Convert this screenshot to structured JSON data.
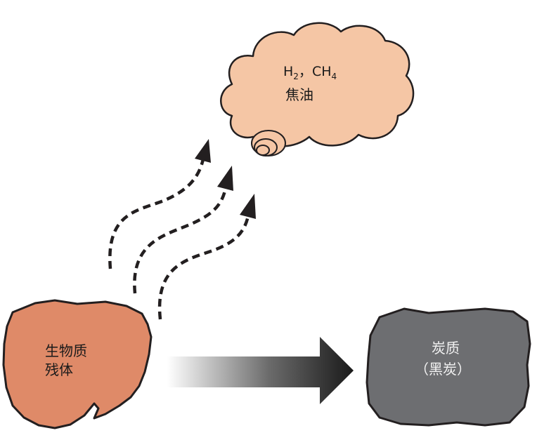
{
  "cloud": {
    "gas_h": "H",
    "gas_h_sub": "2",
    "gas_sep": "，",
    "gas_ch": "CH",
    "gas_ch_sub": "4",
    "tar": "焦油"
  },
  "biomass": {
    "line1": "生物质",
    "line2": "残体"
  },
  "char": {
    "line1": "炭质",
    "line2": "（黑炭）"
  },
  "colors": {
    "cloud_fill": "#f5c6a5",
    "biomass_fill": "#df8a68",
    "char_fill": "#6d6e71",
    "outline": "#231f20"
  }
}
